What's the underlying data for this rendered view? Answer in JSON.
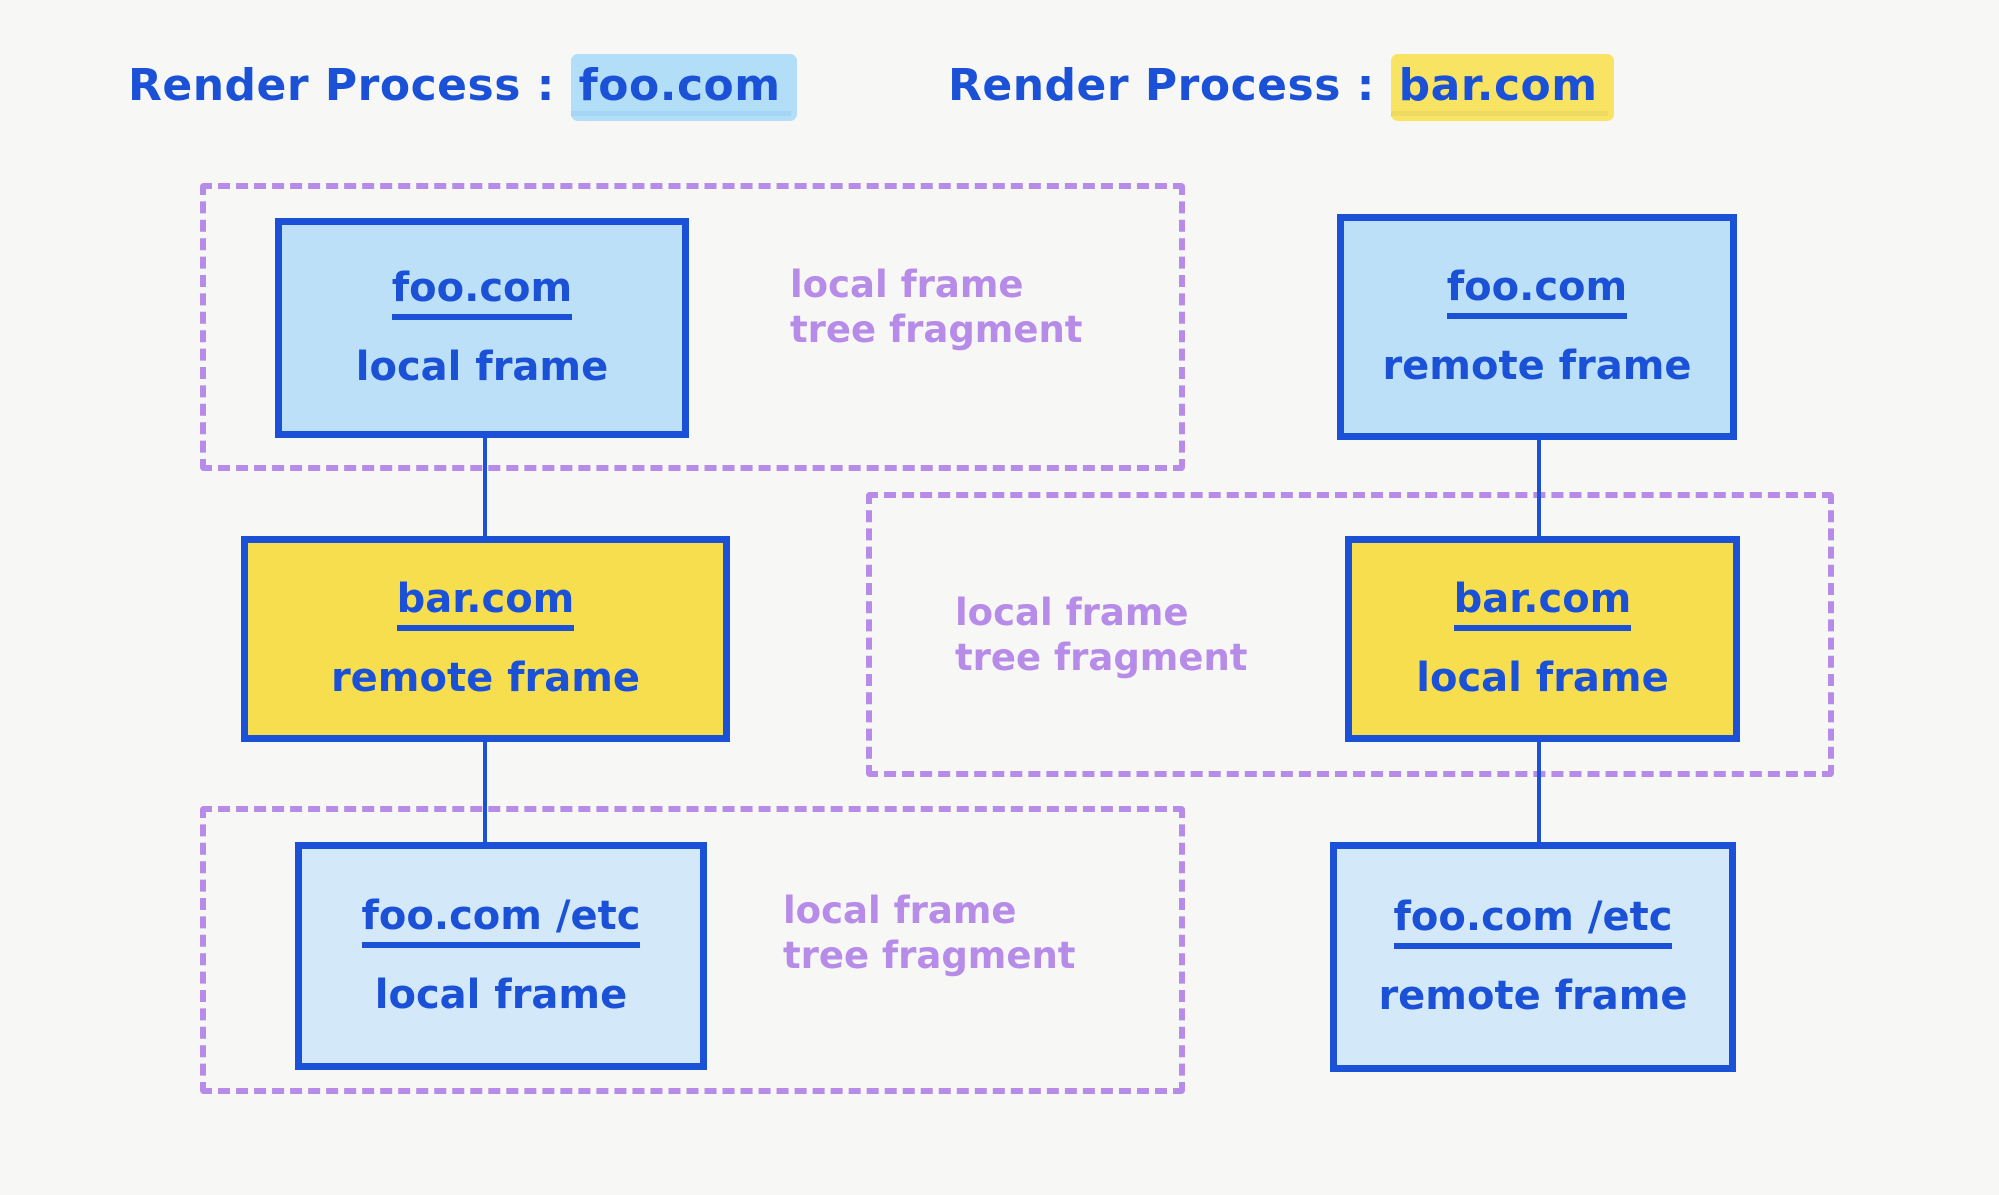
{
  "processes": [
    {
      "id": "left",
      "title_prefix": "Render Process :",
      "title_host": "foo.com",
      "highlight_color": "#AEDDF7"
    },
    {
      "id": "right",
      "title_prefix": "Render Process :",
      "title_host": "bar.com",
      "highlight_color": "#F9E25B"
    }
  ],
  "left_column": {
    "boxes": [
      {
        "url": "foo.com",
        "kind": "local frame",
        "fill": "#BCE0F7"
      },
      {
        "url": "bar.com",
        "kind": "remote frame",
        "fill": "#F7DE4F"
      },
      {
        "url": "foo.com /etc",
        "kind": "local frame",
        "fill": "#D3E9FA"
      }
    ]
  },
  "right_column": {
    "boxes": [
      {
        "url": "foo.com",
        "kind": "remote frame",
        "fill": "#BCE0F7"
      },
      {
        "url": "bar.com",
        "kind": "local frame",
        "fill": "#F7DE4F"
      },
      {
        "url": "foo.com /etc",
        "kind": "remote frame",
        "fill": "#D3E9FA"
      }
    ]
  },
  "fragments": [
    {
      "id": "left-top",
      "line1": "local frame",
      "line2": "tree fragment"
    },
    {
      "id": "middle",
      "line1": "local frame",
      "line2": "tree fragment"
    },
    {
      "id": "left-bottom",
      "line1": "local frame",
      "line2": "tree fragment"
    }
  ],
  "colors": {
    "background": "#F7F7F5",
    "ink_blue": "#1B51D6",
    "fragment_purple": "#B78BE8",
    "box_blue_fill": "#BCE0F7",
    "box_blue_light_fill": "#D3E9FA",
    "box_yellow_fill": "#F7DE4F"
  }
}
